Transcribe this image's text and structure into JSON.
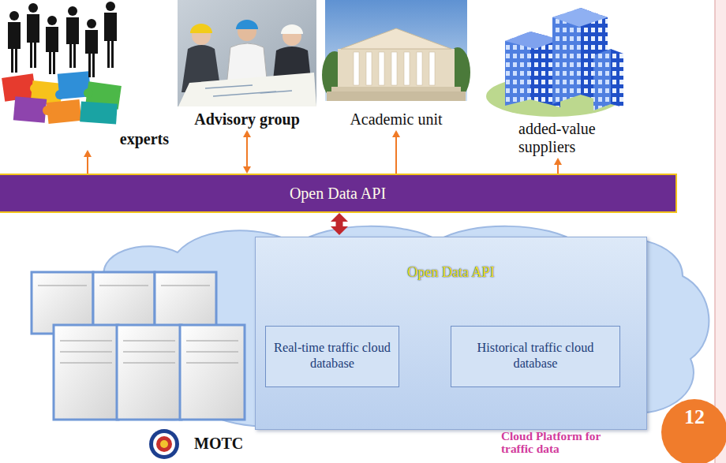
{
  "diagram": {
    "nodes": [
      {
        "text": [
          "experts"
        ]
      },
      {
        "text": [
          "Advisory group"
        ]
      },
      {
        "text": [
          "Academic unit"
        ]
      },
      {
        "text": [
          "added-value suppliers"
        ]
      },
      {
        "text": [
          "Open Data API"
        ]
      },
      {
        "text": [
          "Cloud Platform for traffic data"
        ]
      },
      {
        "text": [
          "Open Data API"
        ],
        "in": 5
      },
      {
        "text": [
          "Real-time traffic cloud database"
        ],
        "in": 6
      },
      {
        "text": [
          "Historical traffic cloud database"
        ],
        "in": 6
      }
    ],
    "edges": [
      {
        "from": 4,
        "to": 0,
        "arrow": "to"
      },
      {
        "from": 4,
        "to": 1,
        "arrow": "both"
      },
      {
        "from": 4,
        "to": 2,
        "arrow": "to"
      },
      {
        "from": 4,
        "to": 3,
        "arrow": "to"
      },
      {
        "from": 4,
        "to": 6,
        "arrow": "both"
      }
    ],
    "labels": [
      "MOTC",
      "12"
    ]
  }
}
